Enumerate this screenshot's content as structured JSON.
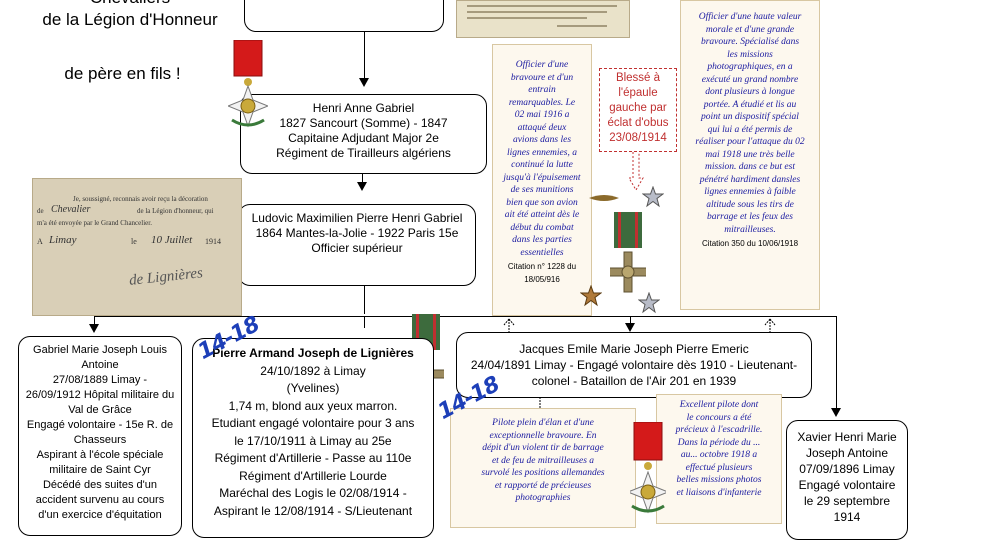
{
  "title": {
    "line1": "Chevaliers",
    "line2": "de la Légion d'Honneur",
    "line3": "de père en fils !"
  },
  "people": {
    "henri": {
      "name": "Henri Anne Gabriel",
      "dates": "1827 Sancourt (Somme) - 1847",
      "rank": "Capitaine Adjudant Major 2e",
      "unit": "Régiment de Tirailleurs algériens"
    },
    "ludovic": {
      "name": "Ludovic Maximilien Pierre Henri Gabriel",
      "dates": "1864 Mantes-la-Jolie - 1922 Paris 15e",
      "rank": "Officier supérieur"
    },
    "gabriel": {
      "lines": [
        "Gabriel Marie Joseph Louis",
        "Antoine",
        "27/08/1889 Limay -",
        "26/09/1912 Hôpital militaire du",
        "Val de Grâce",
        "Engagé volontaire - 15e R. de",
        "Chasseurs",
        "Aspirant à l'école spéciale",
        "militaire de Saint Cyr",
        "Décédé des suites d'un",
        "accident survenu au cours",
        "d'un exercice d'équitation"
      ]
    },
    "pierre": {
      "name_bold": "Pierre Armand Joseph de Lignières",
      "name_rest": " 24/10/1892 à Limay",
      "place": "(Yvelines)",
      "lines": [
        "1,74 m, blond aux yeux marron.",
        "Etudiant engagé volontaire pour 3 ans",
        "le 17/10/1911 à Limay au 25e",
        "Régiment d'Artillerie - Passe au 110e",
        "Régiment d'Artillerie Lourde",
        "Maréchal des Logis le 02/08/1914 -",
        "Aspirant le 12/08/1914 - S/Lieutenant"
      ]
    },
    "jacques": {
      "name": "Jacques Emile Marie Joseph Pierre Emeric",
      "line2": "24/04/1891 Limay - Engagé volontaire dès 1910 - Lieutenant-",
      "line3": "colonel - Bataillon de l'Air 201 en 1939"
    },
    "xavier": {
      "lines": [
        "Xavier Henri Marie",
        "Joseph Antoine",
        "07/09/1896 Limay",
        "Engagé volontaire",
        "le 29 septembre",
        "1914"
      ]
    }
  },
  "citations": {
    "c1": {
      "lines": [
        "Officier d'une",
        "bravoure et d'un",
        "entrain",
        "remarquables. Le",
        "02 mai 1916 a",
        "attaqué deux",
        "avions dans les",
        "lignes ennemies, a",
        "continué la lutte",
        "jusqu'à l'épuisement",
        "de ses munitions",
        "bien que son avion",
        "ait été atteint dès le",
        "début du combat",
        "dans les parties",
        "essentielles"
      ],
      "ref": "Citation n° 1228 du 18/05/916"
    },
    "c2": {
      "lines": [
        "Officier d'une haute valeur",
        "morale et d'une grande",
        "bravoure. Spécialisé dans",
        "les missions",
        "photographiques, en a",
        "exécuté un grand nombre",
        "dont plusieurs à longue",
        "portée. A étudié et lis au",
        "point un dispositif spécial",
        "qui lui a été permis de",
        "réaliser pour l'attaque du 02",
        "mai 1918 une très belle",
        "mission. dans ce but est",
        "pénétré hardiment dansles",
        "lignes ennemies à faible",
        "altitude sous les tirs de",
        "barrage et les feux des",
        "mitrailleuses."
      ],
      "ref": "Citation 350 du 10/06/1918"
    },
    "c3": {
      "lines": [
        "Pilote plein d'élan et d'une",
        "exceptionnelle bravoure. En",
        "dépit d'un violent tir de barrage",
        "et de feu de mitrailleuses a",
        "survolé les positions allemandes",
        "et rapporté de précieuses",
        "photographies"
      ]
    },
    "c4": {
      "lines": [
        "Excellent pilote dont",
        "le concours a été",
        "précieux à l'escadrille.",
        "Dans la période du ...",
        "au... octobre 1918 a",
        "effectué plusieurs",
        "belles missions photos",
        "et liaisons d'infanterie"
      ]
    }
  },
  "wound": {
    "lines": [
      "Blessé à",
      "l'épaule",
      "gauche par",
      "éclat d'obus",
      "23/08/1914"
    ]
  },
  "tags": {
    "t1": "14-18",
    "t2": "14-18"
  },
  "document": {
    "line1": "Je, soussigné, reconnais avoir reçu la décoration",
    "line2a": "de",
    "line2b": "Chevalier",
    "line2c": "de la Légion d'honneur, qui",
    "line3": "m'a été envoyée par le Grand Chancelier.",
    "line4a": "A",
    "line4b": "Limay",
    "line4c": "le",
    "line4d": "10 Juillet",
    "line4e": "1914",
    "signature": "de Lignières"
  },
  "colors": {
    "citation_text": "#1a1aa0",
    "wound_text": "#c03030",
    "tag": "#1d3fb8",
    "scroll_bg": "#fdf8ee"
  },
  "icons": [
    "legion-honneur-medal-icon",
    "croix-de-guerre-medal-icon",
    "bronze-star-icon",
    "silver-star-icon",
    "palm-icon"
  ]
}
